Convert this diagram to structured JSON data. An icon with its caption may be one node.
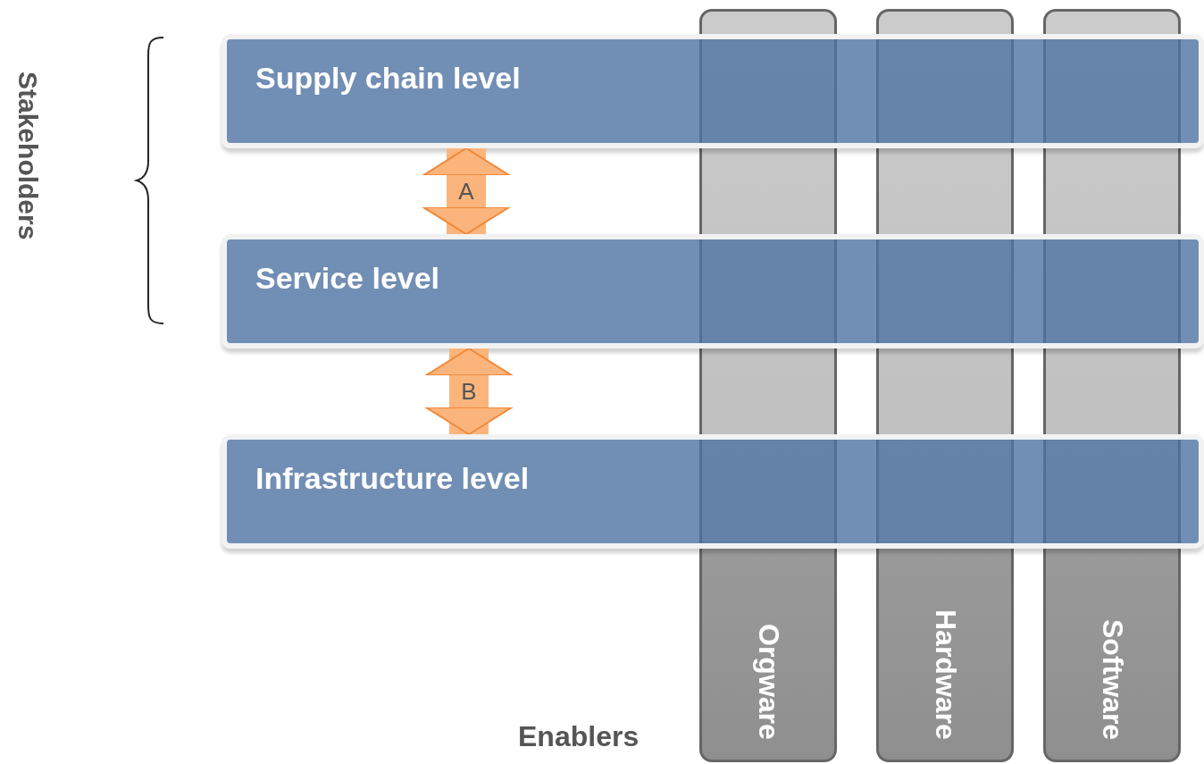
{
  "diagram": {
    "nodes": [
      {
        "text": [
          "Supply chain level"
        ]
      },
      {
        "text": [
          "Service level"
        ]
      },
      {
        "text": [
          "Infrastructure level"
        ]
      },
      {
        "text": [
          "Orgware"
        ]
      },
      {
        "text": [
          "Hardware"
        ]
      },
      {
        "text": [
          "Software"
        ]
      }
    ],
    "edges": [
      {
        "from": 0,
        "to": 1,
        "arrow": "both",
        "label": "A"
      },
      {
        "from": 1,
        "to": 2,
        "arrow": "both",
        "label": "B"
      }
    ],
    "labels": [
      "Stakeholders",
      "Enablers"
    ]
  }
}
